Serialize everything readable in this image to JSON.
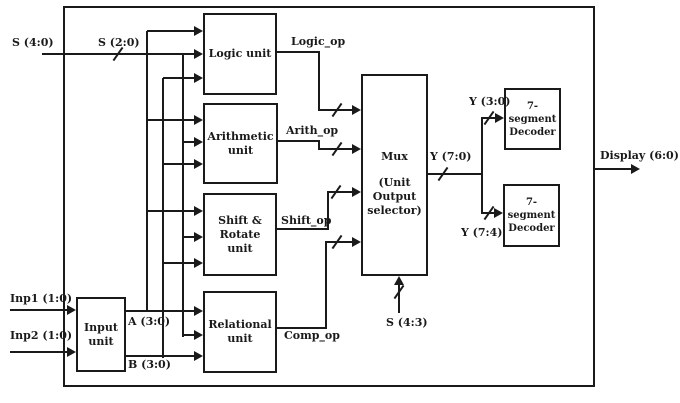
{
  "diagram": {
    "type": "block-diagram",
    "subject": "ALU with unit-output mux and 7-segment display decoders",
    "blocks": {
      "logic_unit": {
        "lines": [
          "Logic unit"
        ]
      },
      "arithmetic_unit": {
        "lines": [
          "Arithmetic",
          "unit"
        ]
      },
      "shift_rotate_unit": {
        "lines": [
          "Shift &",
          "Rotate",
          "unit"
        ]
      },
      "relational_unit": {
        "lines": [
          "Relational",
          "unit"
        ]
      },
      "input_unit": {
        "lines": [
          "Input",
          "unit"
        ]
      },
      "mux": {
        "lines": [
          "Mux",
          "(Unit",
          "Output",
          "selector)"
        ]
      },
      "decoder_top": {
        "lines": [
          "7-",
          "segment",
          "Decoder"
        ]
      },
      "decoder_bottom": {
        "lines": [
          "7-",
          "segment",
          "Decoder"
        ]
      }
    },
    "signal_labels": {
      "s_4_0": "S (4:0)",
      "s_2_0": "S (2:0)",
      "inp1": "Inp1 (1:0)",
      "inp2": "Inp2 (1:0)",
      "a_3_0": "A (3:0)",
      "b_3_0": "B (3:0)",
      "logic_op": "Logic_op",
      "arith_op": "Arith_op",
      "shift_op": "Shift_op",
      "comp_op": "Comp_op",
      "s_4_3": "S (4:3)",
      "y_7_0": "Y (7:0)",
      "y_3_0": "Y (3:0)",
      "y_7_4": "Y (7:4)",
      "display_6_0": "Display (6:0)"
    },
    "colors": {
      "line": "#1a1a1a",
      "background": "#ffffff"
    }
  }
}
